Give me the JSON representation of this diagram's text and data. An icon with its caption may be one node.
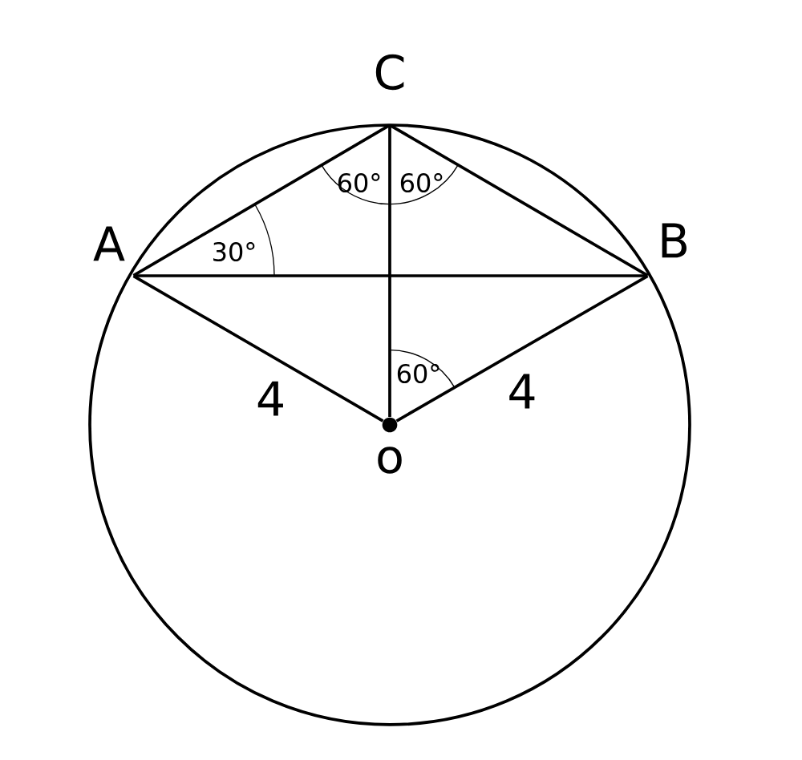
{
  "diagram": {
    "nodes": [
      {
        "text": [],
        "shape": "point",
        "beside": [
          "A"
        ]
      },
      {
        "text": [],
        "shape": "point",
        "beside": [
          "B"
        ]
      },
      {
        "text": [],
        "shape": "point",
        "beside": [
          "C"
        ]
      },
      {
        "text": [],
        "shape": "dot",
        "beside": [
          "o"
        ]
      }
    ],
    "edges": [
      {
        "from": 3,
        "to": 0,
        "arrow": "none",
        "label": "4"
      },
      {
        "from": 3,
        "to": 1,
        "arrow": "none",
        "label": "4"
      },
      {
        "from": 3,
        "to": 2,
        "arrow": "none"
      },
      {
        "from": 2,
        "to": 0,
        "arrow": "none"
      },
      {
        "from": 2,
        "to": 1,
        "arrow": "none"
      },
      {
        "from": 0,
        "to": 1,
        "arrow": "none"
      }
    ],
    "labels": [
      "30°",
      "60°",
      "60°",
      "60°"
    ]
  }
}
